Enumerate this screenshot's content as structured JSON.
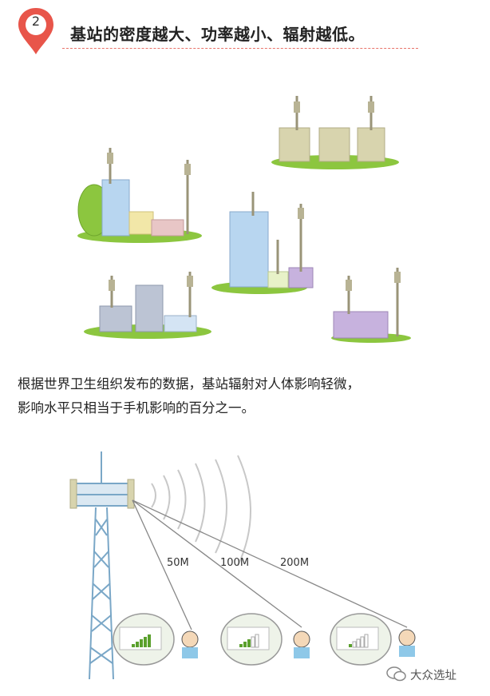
{
  "header": {
    "badge_number": "2",
    "title": "基站的密度越大、功率越小、辐射越低。",
    "accent_color": "#e8554a"
  },
  "paragraph": {
    "line1": "根据世界卫生组织发布的数据，基站辐射对人体影响轻微，",
    "line2": "影响水平只相当于手机影响的百分之一。"
  },
  "diagram": {
    "distances": [
      "50M",
      "100M",
      "200M"
    ],
    "signal_levels_of_5": [
      5,
      3,
      1
    ]
  },
  "watermark": {
    "text": "大众选址",
    "icon": "wechat-icon"
  },
  "colors": {
    "grass": "#8cc63f",
    "tower": "#7aa7c7",
    "building_blue": "#9cc7ea",
    "building_khaki": "#d8d4ae",
    "building_purple": "#c7b2de"
  }
}
